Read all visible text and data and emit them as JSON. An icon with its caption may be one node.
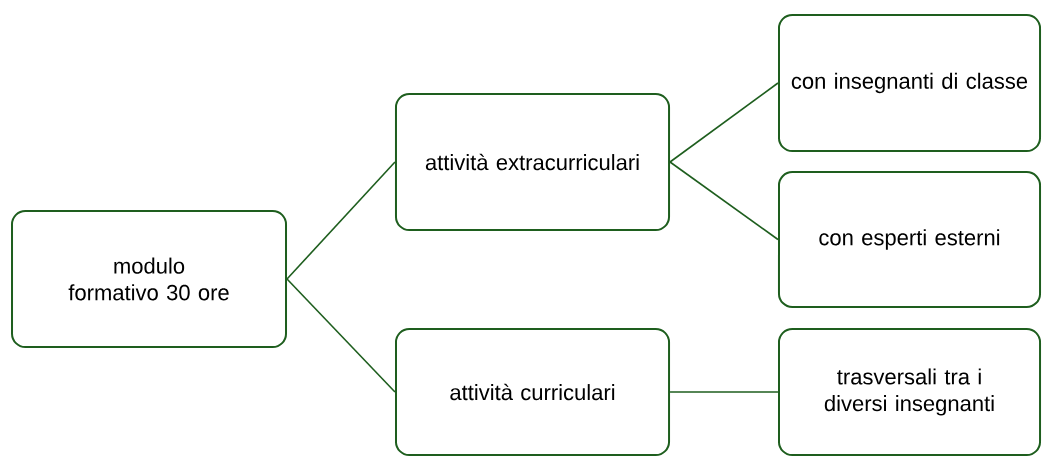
{
  "diagram": {
    "nodes": [
      {
        "text": [
          "modulo formativo 30 ore"
        ]
      },
      {
        "text": [
          "attività extracurriculari"
        ]
      },
      {
        "text": [
          "attività curriculari"
        ]
      },
      {
        "text": [
          "con insegnanti di classe"
        ]
      },
      {
        "text": [
          "con esperti esterni"
        ]
      },
      {
        "text": [
          "trasversali tra i diversi insegnanti"
        ]
      }
    ],
    "edges": [
      {
        "from": 0,
        "to": 1,
        "arrow": "none"
      },
      {
        "from": 0,
        "to": 2,
        "arrow": "none"
      },
      {
        "from": 1,
        "to": 3,
        "arrow": "none"
      },
      {
        "from": 1,
        "to": 4,
        "arrow": "none"
      },
      {
        "from": 2,
        "to": 5,
        "arrow": "none"
      }
    ]
  }
}
